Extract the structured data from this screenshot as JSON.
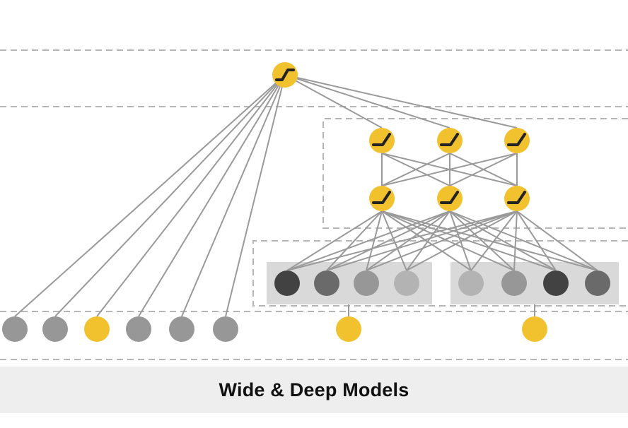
{
  "title": "Wide & Deep Models",
  "colors": {
    "accent_yellow": "#f2c12e",
    "edge": "#9a9a9a",
    "dash": "#b5b5b5",
    "embedding_bg": "#d9d9d9",
    "caption_bg": "#eeeeee",
    "node_light": "#b3b3b3",
    "node_mid": "#979797",
    "node_dark": "#6a6a6a",
    "node_darkest": "#424242"
  },
  "structure": {
    "output_unit": {
      "activation": "sigmoid-icon"
    },
    "hidden_layer_2": {
      "units": 3,
      "activation": "relu-icon"
    },
    "hidden_layer_1": {
      "units": 3,
      "activation": "relu-icon"
    },
    "dense_embeddings": [
      {
        "shades": [
          "darkest",
          "dark",
          "mid",
          "light"
        ]
      },
      {
        "shades": [
          "light",
          "mid",
          "darkest",
          "dark"
        ]
      }
    ],
    "wide_features": {
      "shades": [
        "mid",
        "mid",
        "yellow",
        "mid",
        "mid",
        "mid"
      ]
    },
    "sparse_deep_inputs": {
      "count": 2
    }
  }
}
